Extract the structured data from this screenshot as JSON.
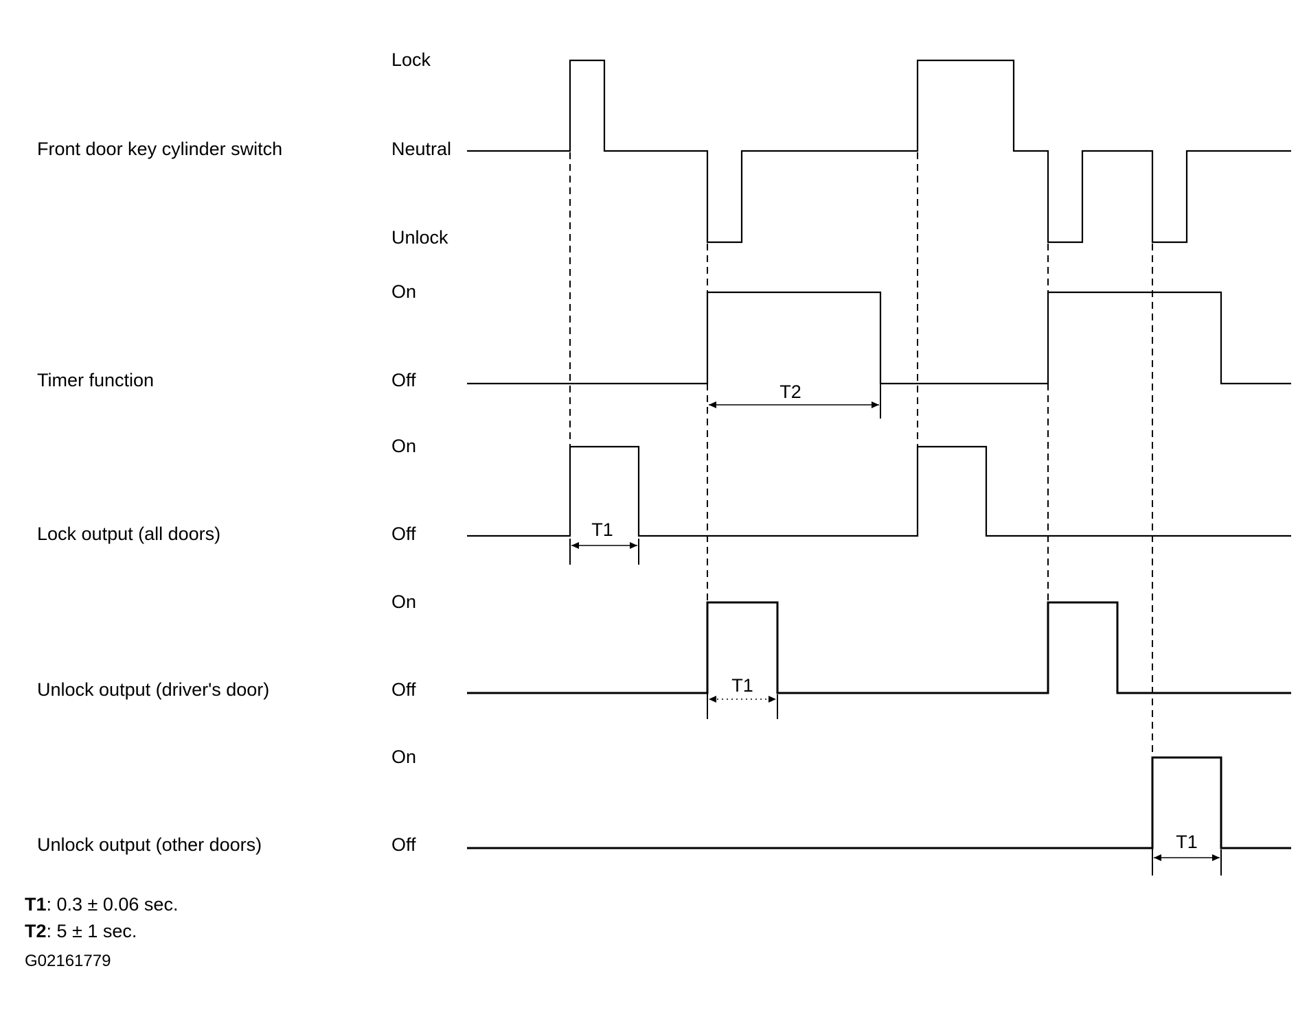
{
  "signals": [
    {
      "name": "Front door key cylinder switch",
      "states": [
        "Lock",
        "Neutral",
        "Unlock"
      ]
    },
    {
      "name": "Timer function",
      "states": [
        "On",
        "Off"
      ]
    },
    {
      "name": "Lock output (all doors)",
      "states": [
        "On",
        "Off"
      ]
    },
    {
      "name": "Unlock output (driver's door)",
      "states": [
        "On",
        "Off"
      ]
    },
    {
      "name": "Unlock output (other doors)",
      "states": [
        "On",
        "Off"
      ]
    }
  ],
  "intervals": {
    "lock_output_t1": "T1",
    "timer_t2": "T2",
    "driver_unlock_t1": "T1",
    "other_unlock_t1": "T1"
  },
  "notes": {
    "t1_key": "T1",
    "t1_value": ": 0.3 ± 0.06 sec.",
    "t2_key": "T2",
    "t2_value": ": 5 ± 1 sec."
  },
  "figure_code": "G02161779"
}
